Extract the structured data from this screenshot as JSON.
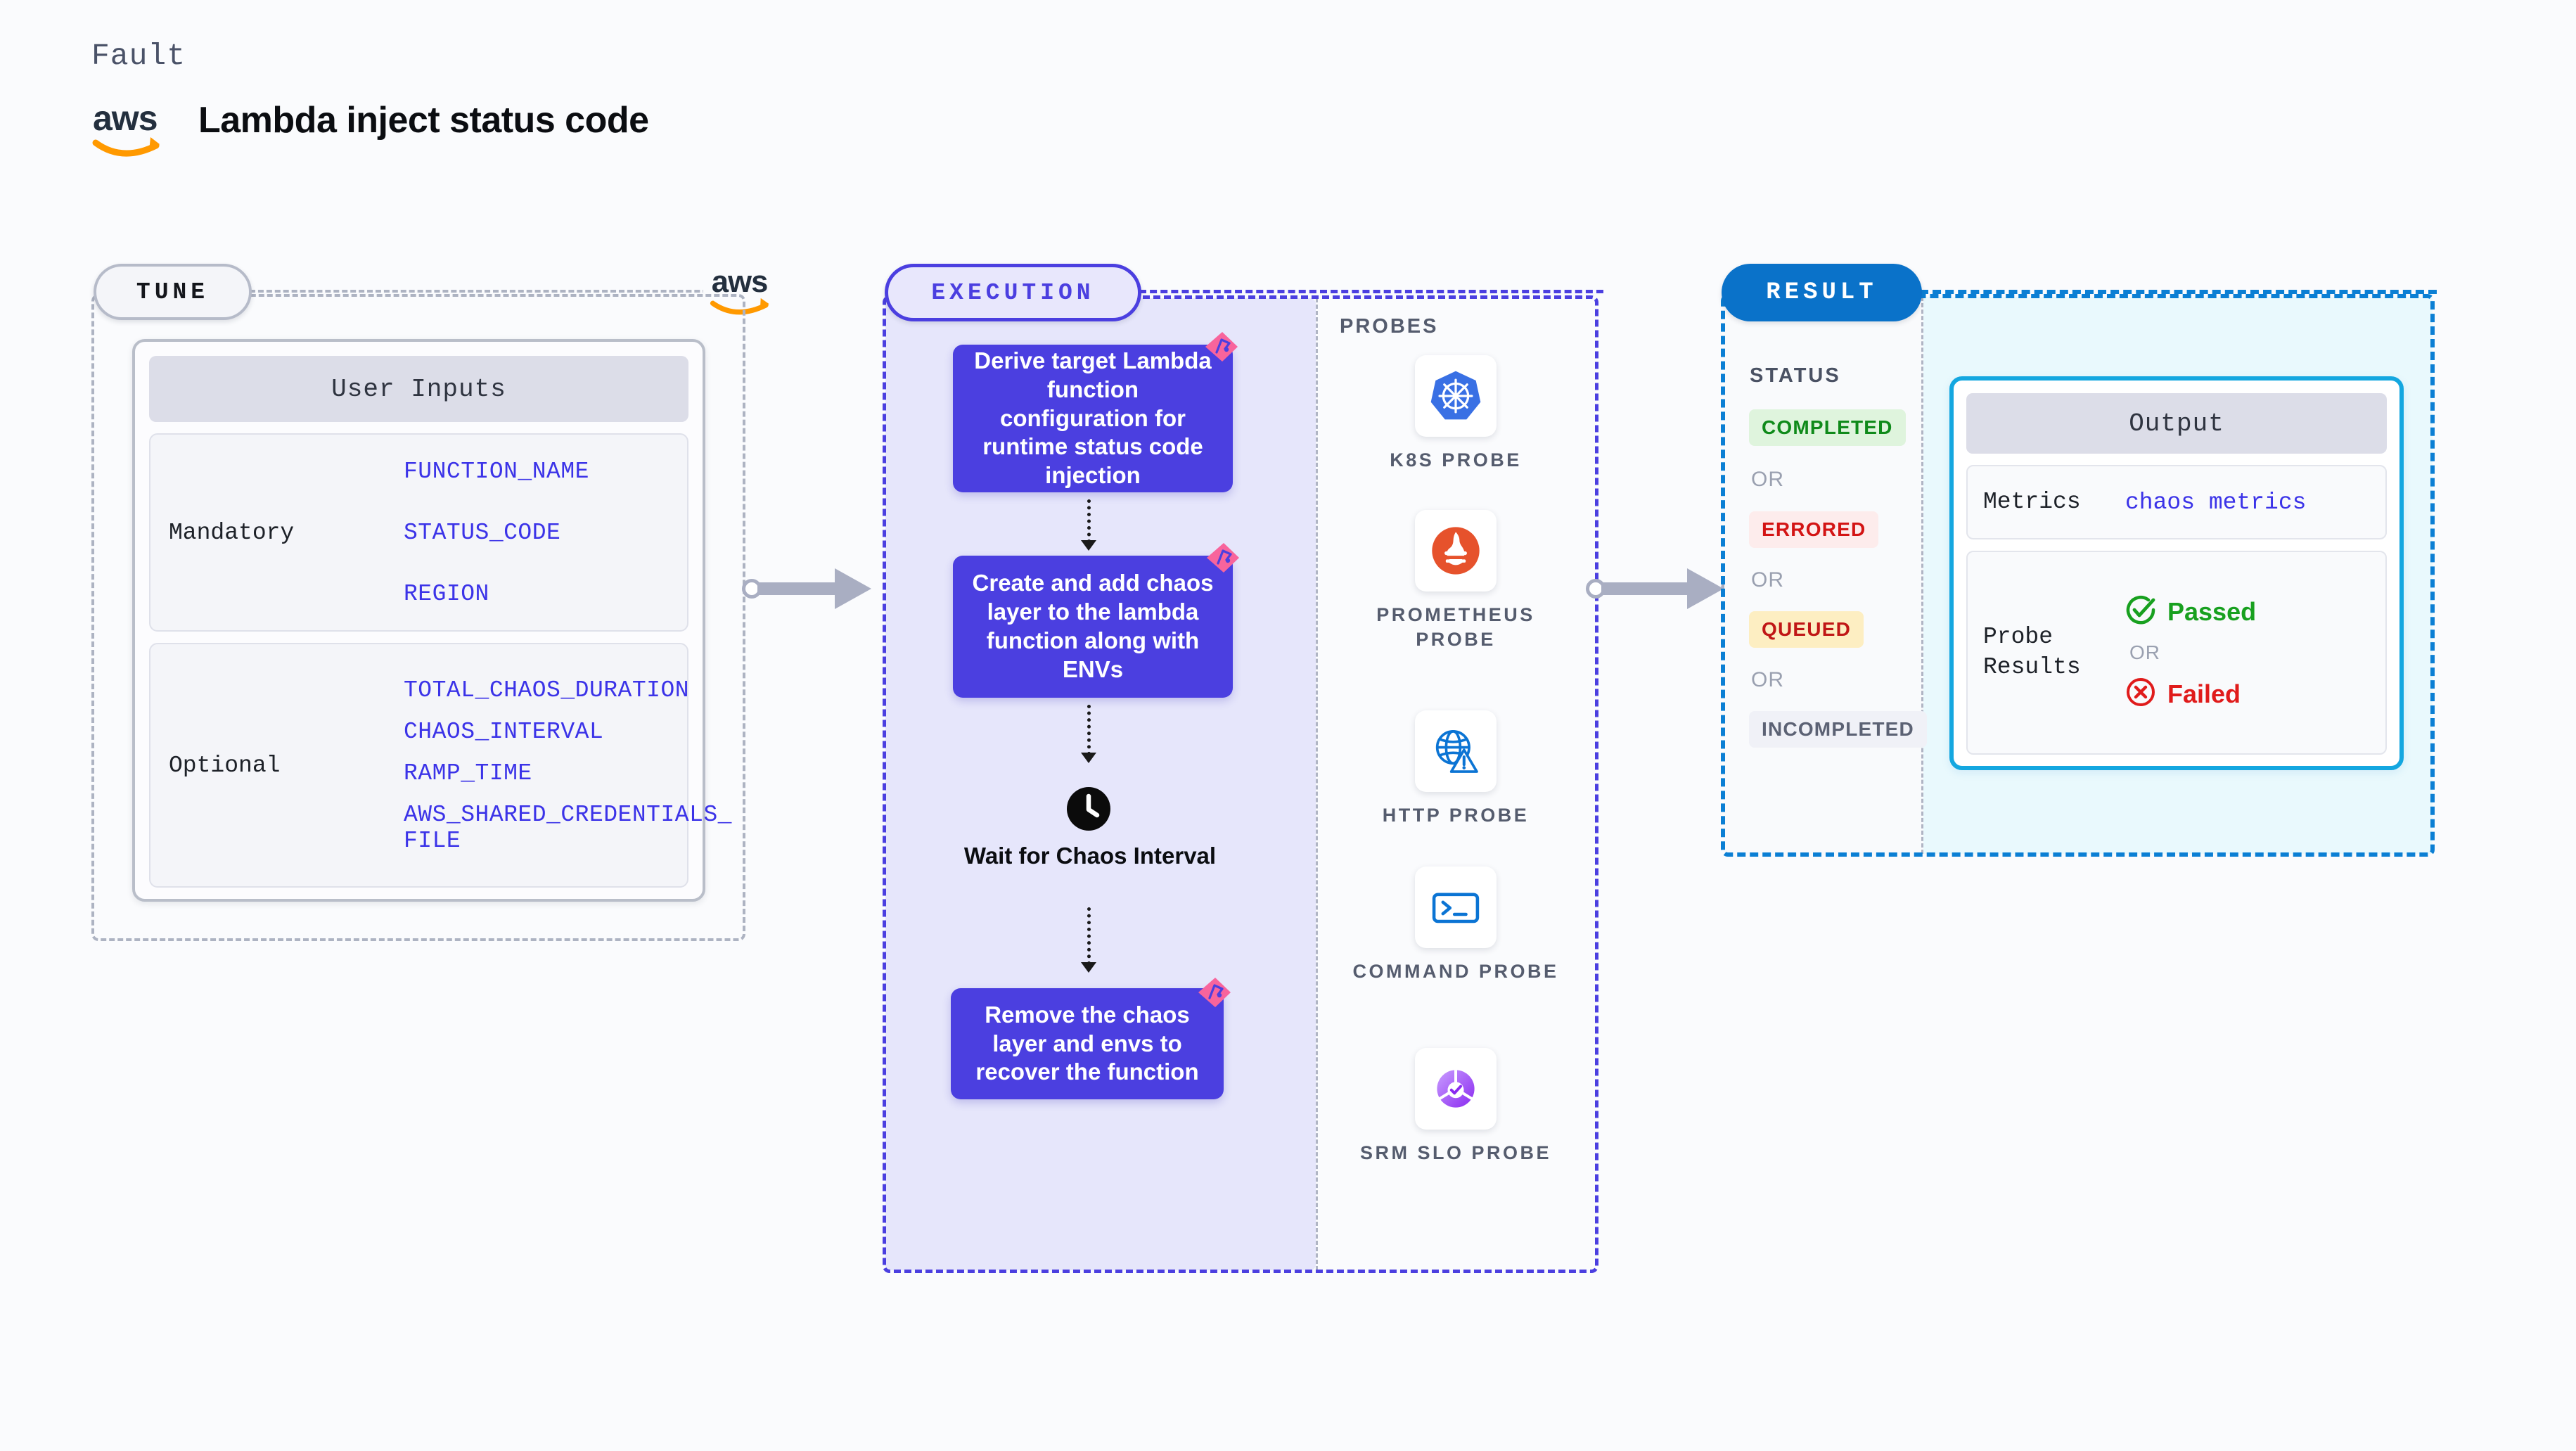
{
  "header": {
    "kicker": "Fault",
    "title": "Lambda inject status code",
    "logo_icon": "aws-logo"
  },
  "tune": {
    "badge": "TUNE",
    "aws_icon": "aws-logo",
    "card_title": "User Inputs",
    "groups": [
      {
        "label": "Mandatory",
        "values": [
          "FUNCTION_NAME",
          "STATUS_CODE",
          "REGION"
        ]
      },
      {
        "label": "Optional",
        "values": [
          "TOTAL_CHAOS_DURATION",
          "CHAOS_INTERVAL",
          "RAMP_TIME",
          "AWS_SHARED_CREDENTIALS_\nFILE"
        ]
      }
    ]
  },
  "execution": {
    "badge": "EXECUTION",
    "steps": [
      {
        "text": "Derive target Lambda function configuration for runtime status code injection",
        "badge_icon": "litmus-icon"
      },
      {
        "text": "Create and add chaos layer to the lambda function along with ENVs",
        "badge_icon": "litmus-icon"
      },
      {
        "text": "Remove the chaos layer and envs to recover the function",
        "badge_icon": "litmus-icon"
      }
    ],
    "wait_node": {
      "icon": "clock-icon",
      "label": "Wait for Chaos Interval"
    }
  },
  "probes": {
    "title": "PROBES",
    "items": [
      {
        "label": "K8S PROBE",
        "icon": "kubernetes-icon"
      },
      {
        "label": "PROMETHEUS PROBE",
        "icon": "prometheus-icon"
      },
      {
        "label": "HTTP PROBE",
        "icon": "http-globe-warning-icon"
      },
      {
        "label": "COMMAND PROBE",
        "icon": "terminal-icon"
      },
      {
        "label": "SRM SLO PROBE",
        "icon": "srm-slo-icon"
      }
    ]
  },
  "result": {
    "badge": "RESULT",
    "status_title": "STATUS",
    "or_label": "OR",
    "statuses": [
      {
        "label": "COMPLETED",
        "bg": "#dff4dd",
        "fg": "#0f8a1a"
      },
      {
        "label": "ERRORED",
        "bg": "#fdecec",
        "fg": "#d31414"
      },
      {
        "label": "QUEUED",
        "bg": "#fdeec2",
        "fg": "#c01616"
      },
      {
        "label": "INCOMPLETED",
        "bg": "#f0f1f7",
        "fg": "#5c6274"
      }
    ],
    "output": {
      "title": "Output",
      "metrics_key": "Metrics",
      "metrics_value": "chaos metrics",
      "probe_results_key": "Probe\nResults",
      "passed_label": "Passed",
      "passed_icon": "check-circle-icon",
      "or_label": "OR",
      "failed_label": "Failed",
      "failed_icon": "x-circle-icon"
    }
  },
  "colors": {
    "execution_purple": "#4b3fe0",
    "result_blue": "#0a72c9",
    "output_border": "#14a7e0",
    "litmus_pink": "#f8649c",
    "tune_gray": "#adb3c2",
    "connector_gray": "#a9aec2"
  }
}
